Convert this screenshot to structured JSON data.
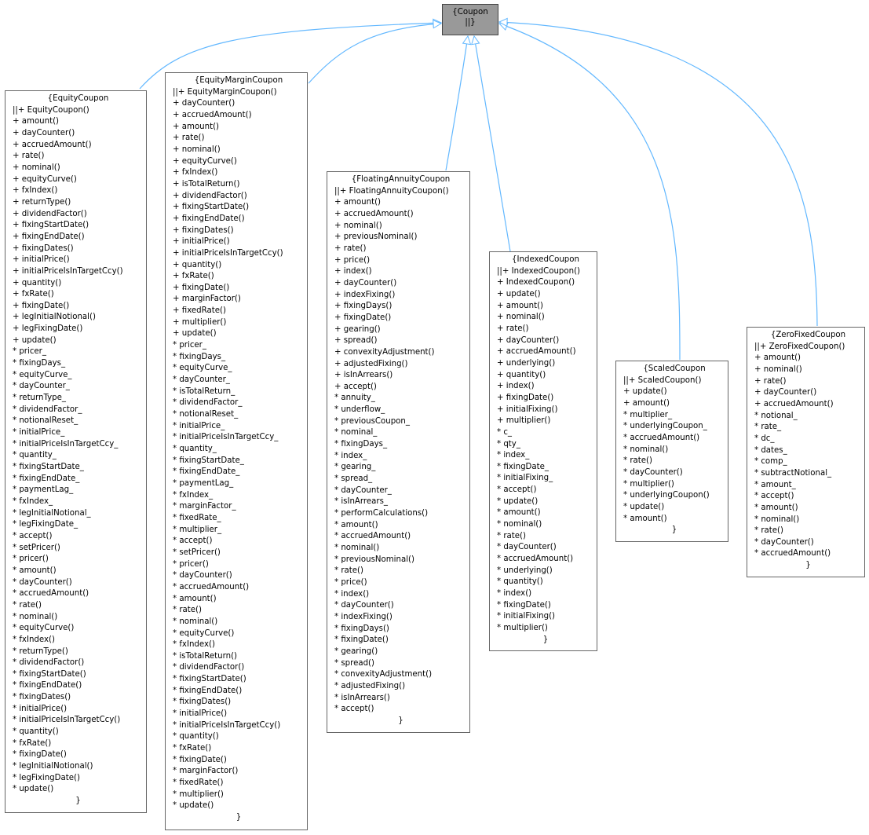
{
  "base": {
    "title": "{Coupon",
    "sub": "||}"
  },
  "classes": [
    {
      "id": "equity-coupon",
      "title": "{EquityCoupon",
      "ctor": "||+ EquityCoupon()",
      "members": [
        "+ amount()",
        "+ dayCounter()",
        "+ accruedAmount()",
        "+ rate()",
        "+ nominal()",
        "+ equityCurve()",
        "+ fxIndex()",
        "+ returnType()",
        "+ dividendFactor()",
        "+ fixingStartDate()",
        "+ fixingEndDate()",
        "+ fixingDates()",
        "+ initialPrice()",
        "+ initialPriceIsInTargetCcy()",
        "+ quantity()",
        "+ fxRate()",
        "+ fixingDate()",
        "+ legInitialNotional()",
        "+ legFixingDate()",
        "+ update()",
        "* pricer_",
        "* fixingDays_",
        "* equityCurve_",
        "* dayCounter_",
        "* returnType_",
        "* dividendFactor_",
        "* notionalReset_",
        "* initialPrice_",
        "* initialPriceIsInTargetCcy_",
        "* quantity_",
        "* fixingStartDate_",
        "* fixingEndDate_",
        "* paymentLag_",
        "* fxIndex_",
        "* legInitialNotional_",
        "* legFixingDate_",
        "* accept()",
        "* setPricer()",
        "* pricer()",
        "* amount()",
        "* dayCounter()",
        "* accruedAmount()",
        "* rate()",
        "* nominal()",
        "* equityCurve()",
        "* fxIndex()",
        "* returnType()",
        "* dividendFactor()",
        "* fixingStartDate()",
        "* fixingEndDate()",
        "* fixingDates()",
        "* initialPrice()",
        "* initialPriceIsInTargetCcy()",
        "* quantity()",
        "* fxRate()",
        "* fixingDate()",
        "* legInitialNotional()",
        "* legFixingDate()",
        "* update()"
      ],
      "closer": "}"
    },
    {
      "id": "equity-margin-coupon",
      "title": "{EquityMarginCoupon",
      "ctor": "||+ EquityMarginCoupon()",
      "members": [
        "+ dayCounter()",
        "+ accruedAmount()",
        "+ amount()",
        "+ rate()",
        "+ nominal()",
        "+ equityCurve()",
        "+ fxIndex()",
        "+ isTotalReturn()",
        "+ dividendFactor()",
        "+ fixingStartDate()",
        "+ fixingEndDate()",
        "+ fixingDates()",
        "+ initialPrice()",
        "+ initialPriceIsInTargetCcy()",
        "+ quantity()",
        "+ fxRate()",
        "+ fixingDate()",
        "+ marginFactor()",
        "+ fixedRate()",
        "+ multiplier()",
        "+ update()",
        "* pricer_",
        "* fixingDays_",
        "* equityCurve_",
        "* dayCounter_",
        "* isTotalReturn_",
        "* dividendFactor_",
        "* notionalReset_",
        "* initialPrice_",
        "* initialPriceIsInTargetCcy_",
        "* quantity_",
        "* fixingStartDate_",
        "* fixingEndDate_",
        "* paymentLag_",
        "* fxIndex_",
        "* marginFactor_",
        "* fixedRate_",
        "* multiplier_",
        "* accept()",
        "* setPricer()",
        "* pricer()",
        "* dayCounter()",
        "* accruedAmount()",
        "* amount()",
        "* rate()",
        "* nominal()",
        "* equityCurve()",
        "* fxIndex()",
        "* isTotalReturn()",
        "* dividendFactor()",
        "* fixingStartDate()",
        "* fixingEndDate()",
        "* fixingDates()",
        "* initialPrice()",
        "* initialPriceIsInTargetCcy()",
        "* quantity()",
        "* fxRate()",
        "* fixingDate()",
        "* marginFactor()",
        "* fixedRate()",
        "* multiplier()",
        "* update()"
      ],
      "closer": "}"
    },
    {
      "id": "floating-annuity-coupon",
      "title": "{FloatingAnnuityCoupon",
      "ctor": "||+ FloatingAnnuityCoupon()",
      "members": [
        "+ amount()",
        "+ accruedAmount()",
        "+ nominal()",
        "+ previousNominal()",
        "+ rate()",
        "+ price()",
        "+ index()",
        "+ dayCounter()",
        "+ indexFixing()",
        "+ fixingDays()",
        "+ fixingDate()",
        "+ gearing()",
        "+ spread()",
        "+ convexityAdjustment()",
        "+ adjustedFixing()",
        "+ isInArrears()",
        "+ accept()",
        "* annuity_",
        "* underflow_",
        "* previousCoupon_",
        "* nominal_",
        "* fixingDays_",
        "* index_",
        "* gearing_",
        "* spread_",
        "* dayCounter_",
        "* isInArrears_",
        "* performCalculations()",
        "* amount()",
        "* accruedAmount()",
        "* nominal()",
        "* previousNominal()",
        "* rate()",
        "* price()",
        "* index()",
        "* dayCounter()",
        "* indexFixing()",
        "* fixingDays()",
        "* fixingDate()",
        "* gearing()",
        "* spread()",
        "* convexityAdjustment()",
        "* adjustedFixing()",
        "* isInArrears()",
        "* accept()"
      ],
      "closer": "}"
    },
    {
      "id": "indexed-coupon",
      "title": "{IndexedCoupon",
      "ctor": "||+ IndexedCoupon()",
      "members": [
        "+ IndexedCoupon()",
        "+ update()",
        "+ amount()",
        "+ nominal()",
        "+ rate()",
        "+ dayCounter()",
        "+ accruedAmount()",
        "+ underlying()",
        "+ quantity()",
        "+ index()",
        "+ fixingDate()",
        "+ initialFixing()",
        "+ multiplier()",
        "* c_",
        "* qty_",
        "* index_",
        "* fixingDate_",
        "* initialFixing_",
        "* accept()",
        "* update()",
        "* amount()",
        "* nominal()",
        "* rate()",
        "* dayCounter()",
        "* accruedAmount()",
        "* underlying()",
        "* quantity()",
        "* index()",
        "* fixingDate()",
        "* initialFixing()",
        "* multiplier()"
      ],
      "closer": "}"
    },
    {
      "id": "scaled-coupon",
      "title": "{ScaledCoupon",
      "ctor": "||+ ScaledCoupon()",
      "members": [
        "+ update()",
        "+ amount()",
        "* multiplier_",
        "* underlyingCoupon_",
        "* accruedAmount()",
        "* nominal()",
        "* rate()",
        "* dayCounter()",
        "* multiplier()",
        "* underlyingCoupon()",
        "* update()",
        "* amount()"
      ],
      "closer": "}"
    },
    {
      "id": "zero-fixed-coupon",
      "title": "{ZeroFixedCoupon",
      "ctor": "||+ ZeroFixedCoupon()",
      "members": [
        "+ amount()",
        "+ nominal()",
        "+ rate()",
        "+ dayCounter()",
        "+ accruedAmount()",
        "* notional_",
        "* rate_",
        "* dc_",
        "* dates_",
        "* comp_",
        "* subtractNotional_",
        "* amount_",
        "* accept()",
        "* amount()",
        "* nominal()",
        "* rate()",
        "* dayCounter()",
        "* accruedAmount()"
      ],
      "closer": "}"
    }
  ],
  "colors": {
    "edge": "#63b8ff",
    "base_fill": "#999999",
    "border": "#666666"
  }
}
